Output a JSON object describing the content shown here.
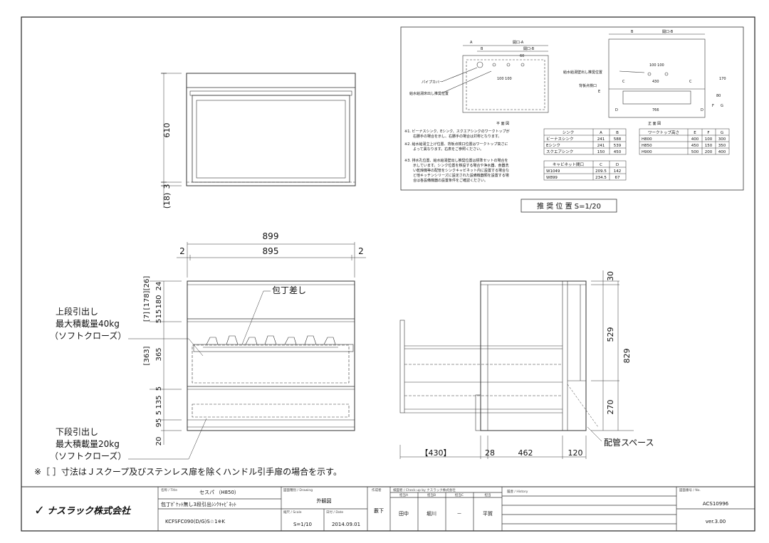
{
  "front_view": {
    "dims": {
      "height_610": "610",
      "gap_3": "3",
      "gap_18": "(18)"
    },
    "width_dims": {
      "overall": "899",
      "inner": "895",
      "left_gap": "2",
      "right_gap": "2"
    },
    "left_dims": {
      "outer": [
        "[7]",
        "[178]",
        "[26]"
      ],
      "mid": "[363]",
      "inner": [
        "24",
        "180",
        "15",
        "5",
        "365",
        "5",
        "135",
        "5",
        "95",
        "20"
      ]
    },
    "labels": {
      "knife": "包丁差し",
      "upper_drawer": [
        "上段引出し",
        "最大積載量40kg",
        "（ソフトクローズ）"
      ],
      "lower_drawer": [
        "下段引出し",
        "最大積載量20kg",
        "（ソフトクローズ）"
      ]
    }
  },
  "side_view": {
    "dims": {
      "top": "30",
      "upper": "529",
      "lower": "270",
      "overall": "829",
      "bottom_left": "【430】",
      "bottom_28": "28",
      "bottom_462": "462",
      "bottom_120": "120"
    },
    "pipe_label": "配管スペース"
  },
  "footnote": "※［ ］寸法はＪスクープ及びステンレス扉を除くハンドル引手扉の場合を示す。",
  "detail_panel": {
    "plan": {
      "label_a": "A",
      "label_a_b": "開口-A",
      "label_b": "B",
      "label_b_b": "開口-B",
      "dim_60": "60",
      "pipe_cover": "パイプカバー",
      "drain_label": "給水給湯床出し推奨位置",
      "dim_100_100": "100 100",
      "title": "平 面 図"
    },
    "elevation": {
      "label_b": "B",
      "label_b_b": "開口-B",
      "dim_100_100": "100 100",
      "drain_label": "給水給湯壁出し推奨位置",
      "inspection": "背板点検口",
      "dim_430": "430",
      "dim_766": "766",
      "dim_170": "170",
      "label_c_left": "C",
      "label_c_right": "C",
      "label_d_left": "D",
      "label_d_right": "D",
      "label_e": "E",
      "label_f": "F",
      "label_g": "G",
      "dim_80": "80",
      "title": "正 面 図"
    },
    "notes": [
      "※1. ビーナスシンク、Eシンク、スクエアシンクのワークトップが",
      "右勝手の場合を示し、右勝手の場合は対称となります。",
      "※2. 給水給湯立上げ位置、背板点検口位置はワークトップ高さに",
      "よって異なります。右表をご参照ください。",
      "※3. 排水孔位置、給水給湯壁出し推奨位置は標準セットの場合を",
      "示しています。シンク位置を移設する場合や浄水器、食器洗",
      "い乾燥機等の配管をシンクキャビネット内に設置する場合な",
      "ど他キッチンシリーズに設定された設備機器類を設置する場",
      "合は各設備機器の設置条件をご確認ください。"
    ],
    "sink_table": {
      "headers": [
        "シンク",
        "A",
        "B"
      ],
      "rows": [
        [
          "ビーナスシンク",
          "241",
          "588"
        ],
        [
          "Eシンク",
          "241",
          "539"
        ],
        [
          "スクエアシンク",
          "150",
          "450"
        ]
      ]
    },
    "cab_table": {
      "headers": [
        "キャビネット間口",
        "C",
        "D"
      ],
      "rows": [
        [
          "W1049",
          "209.5",
          "142"
        ],
        [
          "W899",
          "234.5",
          "67"
        ]
      ]
    },
    "wt_table": {
      "headers": [
        "ワークトップ高さ",
        "E",
        "F",
        "G"
      ],
      "rows": [
        [
          "H800",
          "400",
          "100",
          "300"
        ],
        [
          "H850",
          "450",
          "150",
          "350"
        ],
        [
          "H900",
          "500",
          "200",
          "400"
        ]
      ]
    },
    "caption": "推 奨 位 置 S=1/20"
  },
  "title_block": {
    "company": "ナスラック株式会社",
    "name_label": "名称 / Title",
    "name_main": "セスパ （H850）",
    "name_sub": "包丁ﾎﾟｹｯﾄ無し3段引出ｼﾝｸｷｬﾋﾞﾈｯﾄ",
    "code": "KCFSFC090(D/G)S☆1※K",
    "dwg_type_label": "図面種別 / Drawing",
    "dwg_type": "外観図",
    "scale_label": "縮尺 / Scale",
    "scale": "S=1/10",
    "date_label": "日付 / Date",
    "date": "2014.09.01",
    "drafter_label": "作成者",
    "drafter": "藪下",
    "check_label": "検図者 / Check up by ナスラック株式会社",
    "check_sub": [
      "担当A",
      "担当B",
      "担当C",
      "担当"
    ],
    "checkers": [
      "田中",
      "堀川",
      "－",
      "平賀"
    ],
    "history_label": "履歴 / History",
    "dwg_no_label": "図面番号 / No.",
    "dwg_no": "ACS10996",
    "version": "ver.3.00"
  }
}
